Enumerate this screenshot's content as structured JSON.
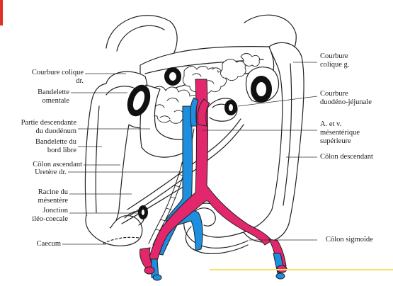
{
  "labels": {
    "courbure_colique_dr": [
      "Courbure colique",
      "dr."
    ],
    "bandelette_omentale": [
      "Bandelette",
      "omentale"
    ],
    "partie_descendante": [
      "Partie descendante",
      "du duodénum"
    ],
    "bandelette_bord_libre": [
      "Bandelette du",
      "bord libre"
    ],
    "colon_ascendant": "Côlon ascendant",
    "uretere_dr": "Uretère dr.",
    "racine_mesentere": [
      "Racine du",
      "mésentère"
    ],
    "jonction_ileo_coecale": [
      "Jonction",
      "iléo-coecale"
    ],
    "caecum": "Caecum",
    "courbure_colique_g": [
      "Courbure",
      "colique g."
    ],
    "courbure_duodeno_jejunale": [
      "Courbure",
      "duodéno-jéjunale"
    ],
    "a_v_mesenterique": [
      "A. et v.",
      "mésentérique",
      "supérieure"
    ],
    "colon_descendant": "Côlon descendant",
    "colon_sigmoide": "Côlon sigmoïde"
  },
  "colors": {
    "artery": "#e2276d",
    "vein": "#1d8ee0",
    "outline": "#222222",
    "accent": "#e0302a",
    "footline": "#f3e36a"
  }
}
